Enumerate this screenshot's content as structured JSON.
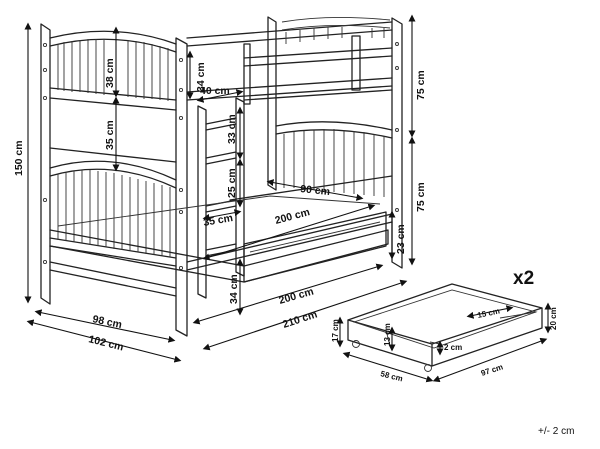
{
  "bed": {
    "frame_width": "98 cm",
    "overall_width": "102 cm",
    "total_height": "150 cm",
    "headboard_top_rail": "38 cm",
    "headboard_lower_panel": "35 cm",
    "ladder_step_width": "34 cm",
    "ladder_depth": "40 cm",
    "ladder_step_spacing": "33 cm",
    "ladder_lower_spacing": "25 cm",
    "ladder_width": "35 cm",
    "mattress_width": "90 cm",
    "mattress_length": "200 cm",
    "bottom_clearance": "34 cm",
    "frame_length": "200 cm",
    "overall_length": "210 cm",
    "upper_bunk_height": "75 cm",
    "lower_bunk_height": "75 cm",
    "drawer_clearance": "23 cm"
  },
  "drawer": {
    "quantity": "x2",
    "depth": "58 cm",
    "length": "97 cm",
    "front_height": "17 cm",
    "inner_height": "13 cm",
    "wall_thickness": "2 cm",
    "divider": "15 cm",
    "height": "20 cm"
  },
  "tolerance": "+/- 2 cm"
}
